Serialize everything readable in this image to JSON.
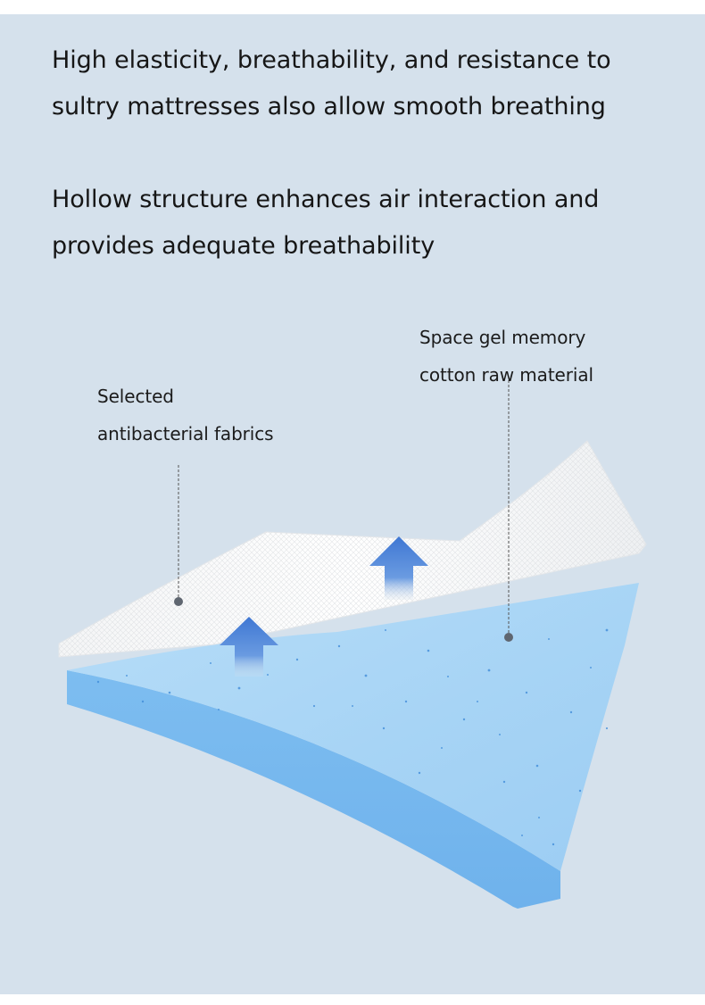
{
  "headings": {
    "line1": "High elasticity, breathability, and resistance to",
    "line2": "sultry mattresses also allow smooth breathing",
    "line3": "Hollow structure enhances air interaction and",
    "line4": "provides adequate breathability"
  },
  "labels": {
    "fabric_line1": "Selected",
    "fabric_line2": "antibacterial fabrics",
    "gel_line1": "Space gel memory",
    "gel_line2": "cotton raw material"
  },
  "colors": {
    "background": "#d5e1ec",
    "foam": "#8cc7f4",
    "fabric": "#ffffff",
    "arrow": "#4b82d8"
  },
  "icons": {
    "airflow": "upward-arrow-icon"
  }
}
